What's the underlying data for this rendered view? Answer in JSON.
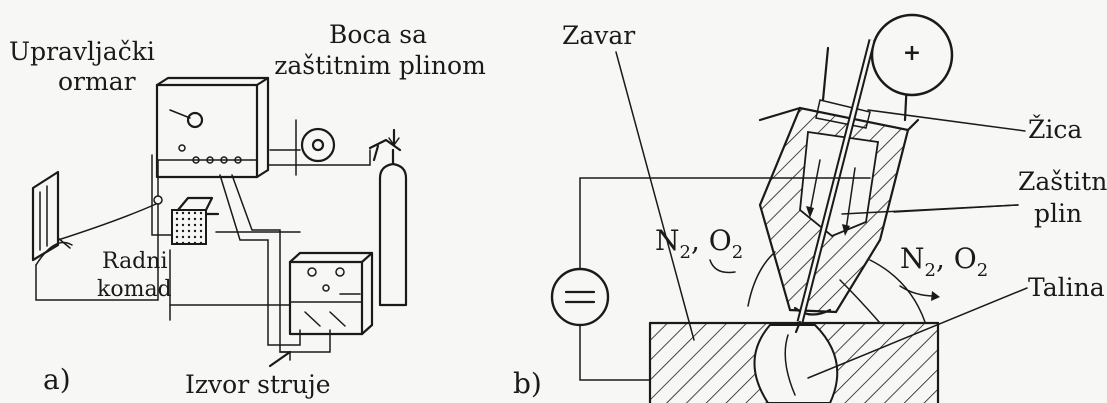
{
  "panel_a": {
    "tag": "a)",
    "labels": {
      "control_cabinet_line1": "Upravljački",
      "control_cabinet_line2": "ormar",
      "gas_bottle_line1": "Boca sa",
      "gas_bottle_line2": "zaštitnim plinom",
      "workpiece_line1": "Radni",
      "workpiece_line2": "komad",
      "power_source": "Izvor struje"
    }
  },
  "panel_b": {
    "tag": "b)",
    "labels": {
      "weld": "Zavar",
      "wire": "Žica",
      "shield_gas_line1": "Zaštitni",
      "shield_gas_line2": "plin",
      "gases_left_n": "N",
      "gases_left_sub1": "2",
      "gases_left_o": ", O",
      "gases_left_sub2": "2",
      "gases_right_n": "N",
      "gases_right_sub1": "2",
      "gases_right_o": ", O",
      "gases_right_sub2": "2",
      "melt": "Talina",
      "reel_symbol": "+",
      "source_symbol": "="
    }
  }
}
